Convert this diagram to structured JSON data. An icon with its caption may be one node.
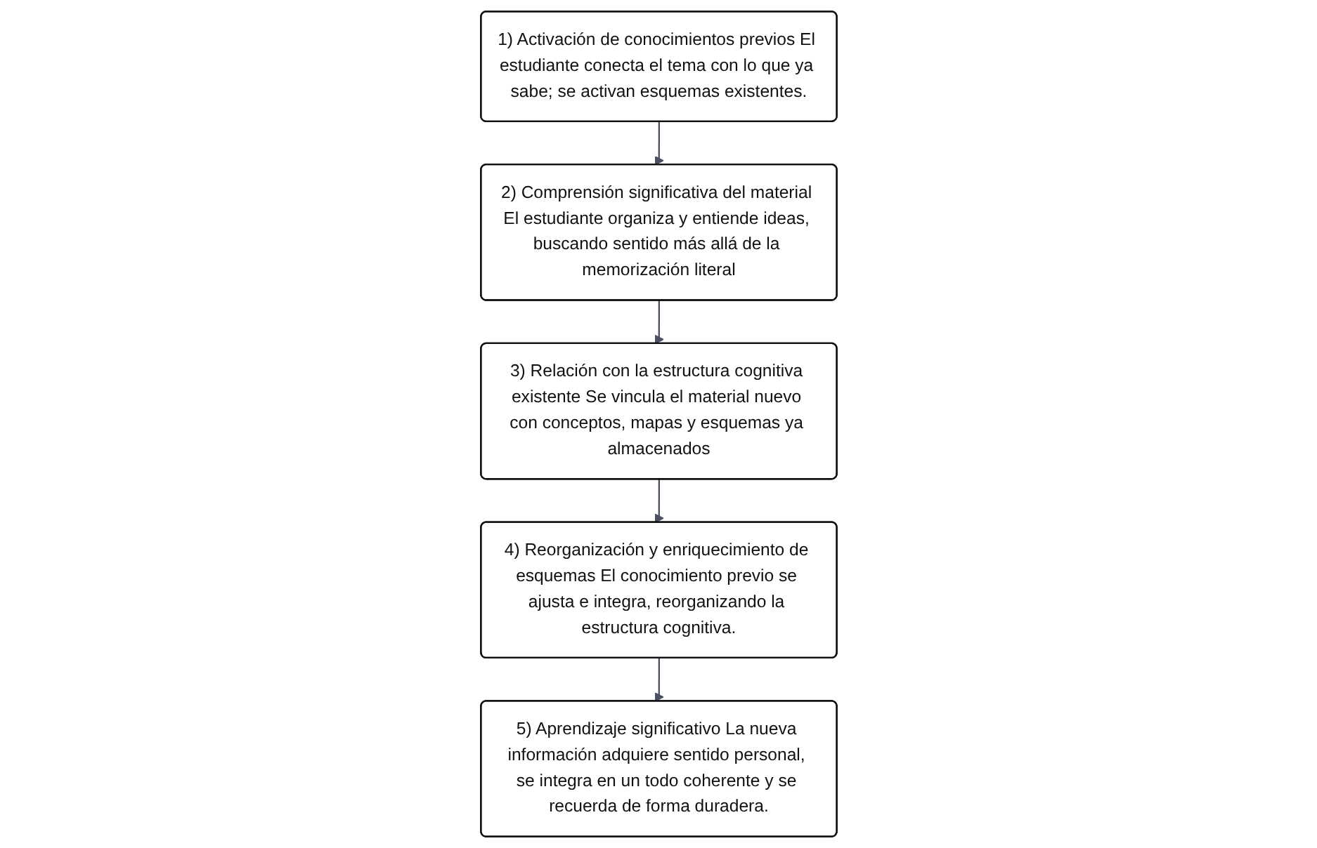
{
  "diagram": {
    "nodes": [
      {
        "text": [
          "1) Activación de conocimientos previos El estudiante conecta el tema con lo que ya sabe; se activan esquemas existentes."
        ]
      },
      {
        "text": [
          "2) Comprensión significativa del material El estudiante organiza y entiende ideas, buscando sentido más allá de la memorización literal"
        ]
      },
      {
        "text": [
          "3) Relación con la estructura cognitiva existente Se vincula el material nuevo con conceptos, mapas y esquemas ya almacenados"
        ]
      },
      {
        "text": [
          "4) Reorganización y enriquecimiento de esquemas El conocimiento previo se ajusta e integra, reorganizando la estructura cognitiva."
        ]
      },
      {
        "text": [
          "5) Aprendizaje significativo La nueva información adquiere sentido personal, se integra en un todo coherente y se recuerda de forma duradera."
        ]
      }
    ],
    "edges": [
      {
        "from": 0,
        "to": 1,
        "arrow": "to"
      },
      {
        "from": 1,
        "to": 2,
        "arrow": "to"
      },
      {
        "from": 2,
        "to": 3,
        "arrow": "to"
      },
      {
        "from": 3,
        "to": 4,
        "arrow": "to"
      }
    ]
  }
}
